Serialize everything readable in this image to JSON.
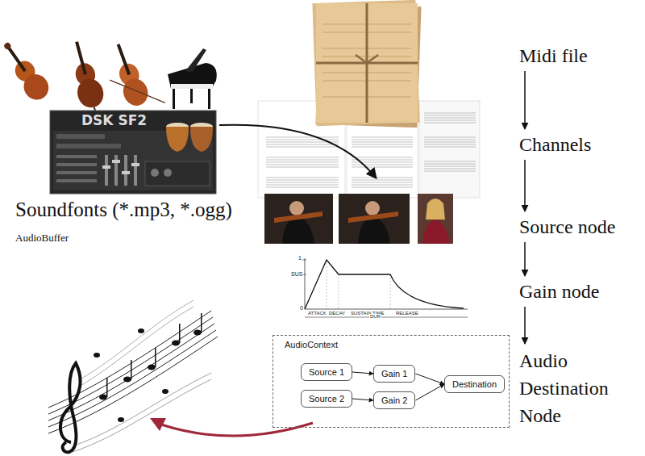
{
  "diagram": {
    "nodes": [
      {
        "text": [
          "Midi file"
        ]
      },
      {
        "text": [
          "Channels"
        ]
      },
      {
        "text": [
          "Source node"
        ]
      },
      {
        "text": [
          "Gain node"
        ]
      },
      {
        "text": [
          "Audio Destination Node"
        ]
      },
      {
        "text": [
          "AudioContext"
        ]
      },
      {
        "text": [
          "Source 1"
        ],
        "in": 5
      },
      {
        "text": [
          "Gain 1"
        ],
        "in": 5
      },
      {
        "text": [
          "Destination"
        ],
        "in": 5
      },
      {
        "text": [
          "Source 2"
        ],
        "in": 5
      },
      {
        "text": [
          "Gain 2"
        ],
        "in": 5
      }
    ],
    "edges": [
      {
        "from": 0,
        "to": 1,
        "arrow": "to"
      },
      {
        "from": 1,
        "to": 2,
        "arrow": "to"
      },
      {
        "from": 2,
        "to": 3,
        "arrow": "to"
      },
      {
        "from": 3,
        "to": 4,
        "arrow": "to"
      },
      {
        "from": 6,
        "to": 7,
        "arrow": "to"
      },
      {
        "from": 7,
        "to": 8,
        "arrow": "to"
      },
      {
        "from": 9,
        "to": 10,
        "arrow": "to"
      },
      {
        "from": 10,
        "to": 8,
        "arrow": "to"
      }
    ],
    "labels": [
      "Soundfonts (*.mp3, *.ogg)",
      "AudioBuffer",
      "DSK SF2",
      "1",
      "SUS",
      "0",
      "ATTACK",
      "DECAY",
      "SUSTAIN TIME",
      "RELEASE",
      "DUR"
    ]
  }
}
